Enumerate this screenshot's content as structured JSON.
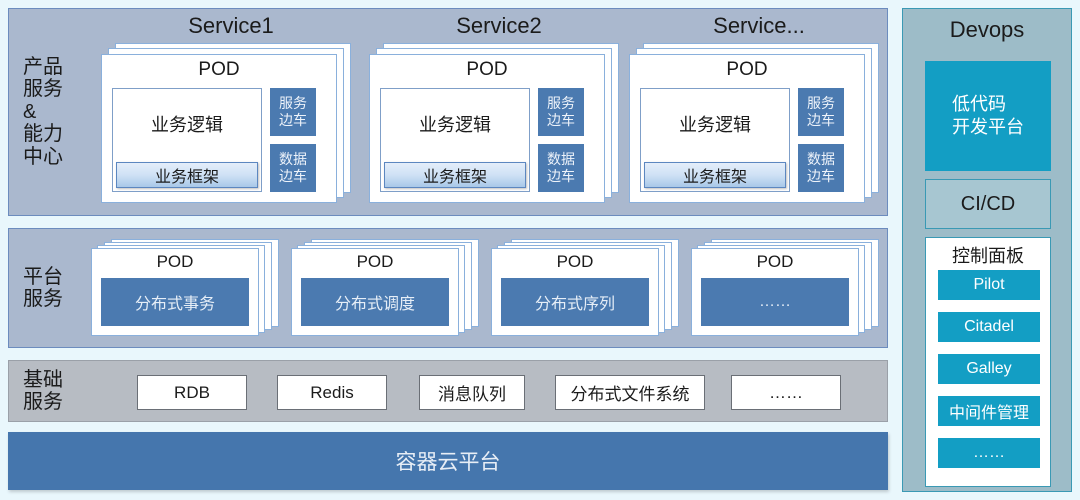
{
  "colors": {
    "page_bg": "#e9f7fc",
    "band_bg": "#aab8ce",
    "band_border": "#6c8cbe",
    "basic_band_bg": "#b7bcc3",
    "sidecar_blue": "#4b7ab0",
    "container_cloud_blue": "#4576ad",
    "devops_bg": "#9dbcc8",
    "devops_border": "#3a99b4",
    "accent_cyan": "#139ec4",
    "card_white": "#ffffff"
  },
  "bands": {
    "product": {
      "label": "产品\n服务\n&\n能力\n中心",
      "services": [
        {
          "title": "Service1",
          "pod_title": "POD",
          "business_logic": "业务逻辑",
          "business_framework": "业务框架",
          "sidecars": [
            "服务\n边车",
            "数据\n边车"
          ]
        },
        {
          "title": "Service2",
          "pod_title": "POD",
          "business_logic": "业务逻辑",
          "business_framework": "业务框架",
          "sidecars": [
            "服务\n边车",
            "数据\n边车"
          ]
        },
        {
          "title": "Service...",
          "pod_title": "POD",
          "business_logic": "业务逻辑",
          "business_framework": "业务框架",
          "sidecars": [
            "服务\n边车",
            "数据\n边车"
          ]
        }
      ]
    },
    "platform": {
      "label": "平台\n服务",
      "pods": [
        {
          "title": "POD",
          "body": "分布式事务"
        },
        {
          "title": "POD",
          "body": "分布式调度"
        },
        {
          "title": "POD",
          "body": "分布式序列"
        },
        {
          "title": "POD",
          "body": "……"
        }
      ]
    },
    "basic": {
      "label": "基础\n服务",
      "items": [
        "RDB",
        "Redis",
        "消息队列",
        "分布式文件系统",
        "……"
      ]
    }
  },
  "container_cloud": {
    "label": "容器云平台"
  },
  "devops": {
    "title": "Devops",
    "lowcode": "低代码\n开发平台",
    "cicd": "CI/CD",
    "console": {
      "title": "控制面板",
      "items": [
        "Pilot",
        "Citadel",
        "Galley",
        "中间件管理",
        "……"
      ]
    }
  }
}
